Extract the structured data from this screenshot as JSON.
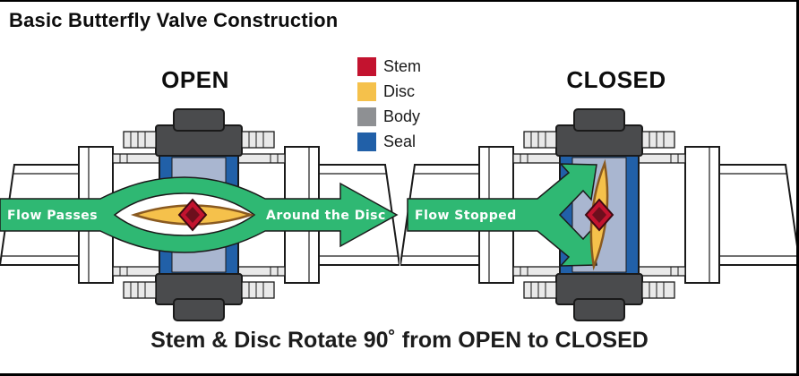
{
  "title": "Basic Butterfly Valve Construction",
  "diagram": {
    "open_label": "OPEN",
    "closed_label": "CLOSED",
    "open_flow_left": "Flow Passes",
    "open_flow_right": "Around the Disc",
    "closed_flow": "Flow Stopped",
    "caption": "Stem & Disc Rotate 90˚ from OPEN to CLOSED"
  },
  "legend": {
    "items": [
      {
        "label": "Stem",
        "color": "#C3132F"
      },
      {
        "label": "Disc",
        "color": "#F5C14B"
      },
      {
        "label": "Body",
        "color": "#8E9093"
      },
      {
        "label": "Seal",
        "color": "#2160A8"
      }
    ]
  },
  "colors": {
    "flow": "#2FB873",
    "stem": "#C3132F",
    "disc": "#F5C14B",
    "body_dark": "#4A4B4D",
    "seal": "#2160A8",
    "seal_inner": "#A9B6D0"
  }
}
